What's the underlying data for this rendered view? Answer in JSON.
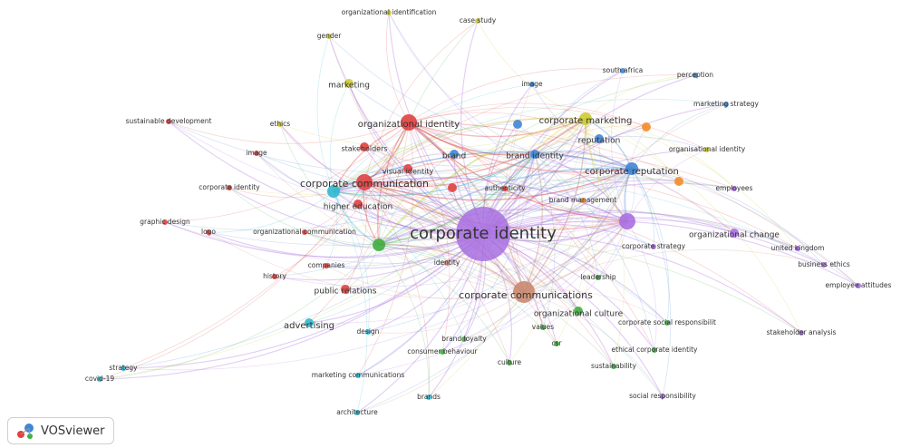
{
  "app": {
    "name": "VOSviewer"
  },
  "clusters": {
    "red": "#e0413f",
    "green": "#3fae3f",
    "blue": "#3f86d6",
    "yellow": "#cccc33",
    "purple": "#a86fe0",
    "cyan": "#30b8d0",
    "orange": "#f28c28",
    "brown": "#c98a70"
  },
  "nodes": [
    {
      "id": "corporate_identity",
      "label": "corporate identity",
      "cluster": "purple",
      "weight": 10
    },
    {
      "id": "corporate_communications",
      "label": "corporate communications",
      "cluster": "brown",
      "weight": 5
    },
    {
      "id": "corporate_communication",
      "label": "corporate communication",
      "cluster": "red",
      "weight": 4
    },
    {
      "id": "organizational_identity",
      "label": "organizational identity",
      "cluster": "red",
      "weight": 4
    },
    {
      "id": "corporate_marketing",
      "label": "corporate marketing",
      "cluster": "yellow",
      "weight": 3
    },
    {
      "id": "corporate_reputation",
      "label": "corporate reputation",
      "cluster": "blue",
      "weight": 3
    },
    {
      "id": "organizational_change",
      "label": "organizational change",
      "cluster": "purple",
      "weight": 2
    },
    {
      "id": "organizational_culture",
      "label": "organizational culture",
      "cluster": "green",
      "weight": 2
    },
    {
      "id": "marketing",
      "label": "marketing",
      "cluster": "yellow",
      "weight": 2
    },
    {
      "id": "advertising",
      "label": "advertising",
      "cluster": "cyan",
      "weight": 2
    },
    {
      "id": "brand",
      "label": "brand",
      "cluster": "blue",
      "weight": 2
    },
    {
      "id": "brand_identity",
      "label": "brand identity",
      "cluster": "blue",
      "weight": 2
    },
    {
      "id": "reputation",
      "label": "reputation",
      "cluster": "blue",
      "weight": 2
    },
    {
      "id": "higher_education",
      "label": "higher education",
      "cluster": "red",
      "weight": 2
    },
    {
      "id": "visual_identity",
      "label": "visual identity",
      "cluster": "red",
      "weight": 2
    },
    {
      "id": "stakeholders",
      "label": "stakeholders",
      "cluster": "red",
      "weight": 2
    },
    {
      "id": "public_relations",
      "label": "public relations",
      "cluster": "red",
      "weight": 2
    },
    {
      "id": "corporate_strategy",
      "label": "corporate strategy",
      "cluster": "purple",
      "weight": 1
    },
    {
      "id": "leadership",
      "label": "leadership",
      "cluster": "green",
      "weight": 1
    },
    {
      "id": "identity",
      "label": "identity",
      "cluster": "brown",
      "weight": 1
    },
    {
      "id": "companies",
      "label": "companies",
      "cluster": "red",
      "weight": 1
    },
    {
      "id": "history",
      "label": "history",
      "cluster": "red",
      "weight": 1
    },
    {
      "id": "organizational_communication",
      "label": "organizational communication",
      "cluster": "red",
      "weight": 1
    },
    {
      "id": "logo",
      "label": "logo",
      "cluster": "red",
      "weight": 1
    },
    {
      "id": "graphic_design",
      "label": "graphic design",
      "cluster": "red",
      "weight": 1
    },
    {
      "id": "corporate_identity_red",
      "label": "corporate identity",
      "cluster": "red",
      "weight": 1
    },
    {
      "id": "image_red",
      "label": "image",
      "cluster": "red",
      "weight": 1
    },
    {
      "id": "sustainable_development",
      "label": "sustainable development",
      "cluster": "red",
      "weight": 1
    },
    {
      "id": "ethics",
      "label": "ethics",
      "cluster": "yellow",
      "weight": 1
    },
    {
      "id": "gender",
      "label": "gender",
      "cluster": "yellow",
      "weight": 1
    },
    {
      "id": "organizational_identification",
      "label": "organizational identification",
      "cluster": "yellow",
      "weight": 1
    },
    {
      "id": "case_study",
      "label": "case study",
      "cluster": "yellow",
      "weight": 1
    },
    {
      "id": "image_blue",
      "label": "image",
      "cluster": "blue",
      "weight": 1
    },
    {
      "id": "south_africa",
      "label": "south africa",
      "cluster": "blue",
      "weight": 1
    },
    {
      "id": "perception",
      "label": "perception",
      "cluster": "blue",
      "weight": 1
    },
    {
      "id": "marketing_strategy",
      "label": "marketing strategy",
      "cluster": "blue",
      "weight": 1
    },
    {
      "id": "organisational_identity",
      "label": "organisational identity",
      "cluster": "yellow",
      "weight": 1
    },
    {
      "id": "employees",
      "label": "employees",
      "cluster": "purple",
      "weight": 1
    },
    {
      "id": "brand_management",
      "label": "brand management",
      "cluster": "orange",
      "weight": 1
    },
    {
      "id": "authenticity",
      "label": "authenticity",
      "cluster": "red",
      "weight": 1
    },
    {
      "id": "united_kingdom",
      "label": "united kingdom",
      "cluster": "purple",
      "weight": 1
    },
    {
      "id": "business_ethics",
      "label": "business ethics",
      "cluster": "purple",
      "weight": 1
    },
    {
      "id": "employee_attitudes",
      "label": "employee attitudes",
      "cluster": "purple",
      "weight": 1
    },
    {
      "id": "stakeholder_analysis",
      "label": "stakeholder analysis",
      "cluster": "purple",
      "weight": 1
    },
    {
      "id": "corporate_social_responsibility",
      "label": "corporate social responsibilit",
      "cluster": "green",
      "weight": 1
    },
    {
      "id": "ethical_corporate_identity",
      "label": "ethical corporate identity",
      "cluster": "green",
      "weight": 1
    },
    {
      "id": "sustainability",
      "label": "sustainability",
      "cluster": "green",
      "weight": 1
    },
    {
      "id": "social_responsibility",
      "label": "social responsibility",
      "cluster": "purple",
      "weight": 1
    },
    {
      "id": "values",
      "label": "values",
      "cluster": "green",
      "weight": 1
    },
    {
      "id": "csr",
      "label": "csr",
      "cluster": "green",
      "weight": 1
    },
    {
      "id": "brand_loyalty",
      "label": "brand loyalty",
      "cluster": "green",
      "weight": 1
    },
    {
      "id": "consumer_behaviour",
      "label": "consumer behaviour",
      "cluster": "green",
      "weight": 1
    },
    {
      "id": "culture",
      "label": "culture",
      "cluster": "green",
      "weight": 1
    },
    {
      "id": "design",
      "label": "design",
      "cluster": "cyan",
      "weight": 1
    },
    {
      "id": "marketing_communications",
      "label": "marketing communications",
      "cluster": "cyan",
      "weight": 1
    },
    {
      "id": "brands",
      "label": "brands",
      "cluster": "cyan",
      "weight": 1
    },
    {
      "id": "architecture",
      "label": "architecture",
      "cluster": "cyan",
      "weight": 1
    },
    {
      "id": "strategy",
      "label": "strategy",
      "cluster": "cyan",
      "weight": 1
    },
    {
      "id": "covid_19",
      "label": "covid-19",
      "cluster": "cyan",
      "weight": 1
    },
    {
      "id": "purple_hub",
      "label": "",
      "cluster": "purple",
      "weight": 4
    },
    {
      "id": "cyan_hub",
      "label": "",
      "cluster": "cyan",
      "weight": 3
    },
    {
      "id": "green_hub",
      "label": "",
      "cluster": "green",
      "weight": 3
    },
    {
      "id": "red_hub",
      "label": "",
      "cluster": "red",
      "weight": 2
    },
    {
      "id": "orange_hub1",
      "label": "",
      "cluster": "orange",
      "weight": 2
    },
    {
      "id": "orange_hub2",
      "label": "",
      "cluster": "orange",
      "weight": 2
    },
    {
      "id": "blue_hub1",
      "label": "",
      "cluster": "blue",
      "weight": 2
    }
  ]
}
